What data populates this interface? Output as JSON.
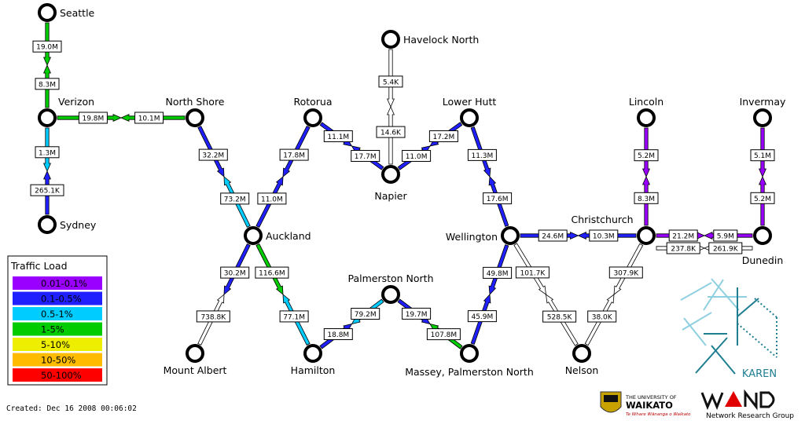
{
  "nodes": [
    {
      "id": "seattle",
      "name": "Seattle"
    },
    {
      "id": "verizon",
      "name": "Verizon"
    },
    {
      "id": "sydney",
      "name": "Sydney"
    },
    {
      "id": "northshore",
      "name": "North Shore"
    },
    {
      "id": "rotorua",
      "name": "Rotorua"
    },
    {
      "id": "havelock",
      "name": "Havelock North"
    },
    {
      "id": "napier",
      "name": "Napier"
    },
    {
      "id": "lowerhutt",
      "name": "Lower Hutt"
    },
    {
      "id": "auckland",
      "name": "Auckland"
    },
    {
      "id": "wellington",
      "name": "Wellington"
    },
    {
      "id": "christchurch",
      "name": "Christchurch"
    },
    {
      "id": "lincoln",
      "name": "Lincoln"
    },
    {
      "id": "invermay",
      "name": "Invermay"
    },
    {
      "id": "dunedin",
      "name": "Dunedin"
    },
    {
      "id": "palmerston",
      "name": "Palmerston North"
    },
    {
      "id": "massey",
      "name": "Massey, Palmerston North"
    },
    {
      "id": "hamilton",
      "name": "Hamilton"
    },
    {
      "id": "mountalbert",
      "name": "Mount Albert"
    },
    {
      "id": "nelson",
      "name": "Nelson"
    }
  ],
  "links": [
    {
      "from": "seattle",
      "to": "verizon",
      "a_to_b": "19.0M",
      "a_to_b_color": "#00cc00",
      "b_to_a": "8.3M",
      "b_to_a_color": "#00cc00"
    },
    {
      "from": "verizon",
      "to": "sydney",
      "a_to_b": "1.3M",
      "a_to_b_color": "#00ccff",
      "b_to_a": "265.1K",
      "b_to_a_color": "#2020ff"
    },
    {
      "from": "verizon",
      "to": "northshore",
      "a_to_b": "19.8M",
      "a_to_b_color": "#00cc00",
      "b_to_a": "10.1M",
      "b_to_a_color": "#00cc00"
    },
    {
      "from": "northshore",
      "to": "auckland",
      "a_to_b": "32.2M",
      "a_to_b_color": "#2020ff",
      "b_to_a": "73.2M",
      "b_to_a_color": "#00ccff"
    },
    {
      "from": "rotorua",
      "to": "auckland",
      "a_to_b": "17.8M",
      "a_to_b_color": "#2020ff",
      "b_to_a": "11.0M",
      "b_to_a_color": "#2020ff"
    },
    {
      "from": "rotorua",
      "to": "napier",
      "a_to_b": "11.1M",
      "a_to_b_color": "#2020ff",
      "b_to_a": "17.7M",
      "b_to_a_color": "#2020ff"
    },
    {
      "from": "havelock",
      "to": "napier",
      "a_to_b": "5.4K",
      "a_to_b_color": "#ffffff",
      "b_to_a": "14.6K",
      "b_to_a_color": "#ffffff"
    },
    {
      "from": "lowerhutt",
      "to": "napier",
      "a_to_b": "17.2M",
      "a_to_b_color": "#2020ff",
      "b_to_a": "11.0M",
      "b_to_a_color": "#2020ff"
    },
    {
      "from": "lowerhutt",
      "to": "wellington",
      "a_to_b": "11.3M",
      "a_to_b_color": "#2020ff",
      "b_to_a": "17.6M",
      "b_to_a_color": "#2020ff"
    },
    {
      "from": "wellington",
      "to": "christchurch",
      "a_to_b": "24.6M",
      "a_to_b_color": "#2020ff",
      "b_to_a": "10.3M",
      "b_to_a_color": "#2020ff"
    },
    {
      "from": "lincoln",
      "to": "christchurch",
      "a_to_b": "5.2M",
      "a_to_b_color": "#9900ff",
      "b_to_a": "8.3M",
      "b_to_a_color": "#9900ff"
    },
    {
      "from": "invermay",
      "to": "dunedin",
      "a_to_b": "5.1M",
      "a_to_b_color": "#9900ff",
      "b_to_a": "5.2M",
      "b_to_a_color": "#9900ff"
    },
    {
      "from": "christchurch",
      "to": "dunedin",
      "a_to_b": "21.2M",
      "a_to_b_color": "#9900ff",
      "b_to_a": "5.9M",
      "b_to_a_color": "#9900ff"
    },
    {
      "from": "christchurch",
      "to": "dunedin",
      "a_to_b": "237.8K",
      "a_to_b_color": "#ffffff",
      "b_to_a": "261.9K",
      "b_to_a_color": "#ffffff",
      "offset": true
    },
    {
      "from": "auckland",
      "to": "mountalbert",
      "a_to_b": "30.2M",
      "a_to_b_color": "#2020ff",
      "b_to_a": "738.8K",
      "b_to_a_color": "#ffffff"
    },
    {
      "from": "auckland",
      "to": "hamilton",
      "a_to_b": "116.6M",
      "a_to_b_color": "#00cc00",
      "b_to_a": "77.1M",
      "b_to_a_color": "#00ccff"
    },
    {
      "from": "hamilton",
      "to": "palmerston",
      "a_to_b": "18.8M",
      "a_to_b_color": "#2020ff",
      "b_to_a": "79.2M",
      "b_to_a_color": "#00ccff"
    },
    {
      "from": "palmerston",
      "to": "massey",
      "a_to_b": "19.7M",
      "a_to_b_color": "#2020ff",
      "b_to_a": "107.8M",
      "b_to_a_color": "#00cc00"
    },
    {
      "from": "wellington",
      "to": "massey",
      "a_to_b": "49.8M",
      "a_to_b_color": "#2020ff",
      "b_to_a": "45.9M",
      "b_to_a_color": "#2020ff"
    },
    {
      "from": "wellington",
      "to": "nelson",
      "a_to_b": "101.7K",
      "a_to_b_color": "#ffffff",
      "b_to_a": "528.5K",
      "b_to_a_color": "#ffffff"
    },
    {
      "from": "christchurch",
      "to": "nelson",
      "a_to_b": "307.9K",
      "a_to_b_color": "#ffffff",
      "b_to_a": "38.0K",
      "b_to_a_color": "#ffffff"
    }
  ],
  "legend": {
    "title": "Traffic Load",
    "items": [
      {
        "label": "0.01-0.1%",
        "color": "#9900ff"
      },
      {
        "label": "0.1-0.5%",
        "color": "#2020ff"
      },
      {
        "label": "0.5-1%",
        "color": "#00ccff"
      },
      {
        "label": "1-5%",
        "color": "#00cc00"
      },
      {
        "label": "5-10%",
        "color": "#eeee00"
      },
      {
        "label": "10-50%",
        "color": "#ffbb00"
      },
      {
        "label": "50-100%",
        "color": "#ff0000"
      }
    ]
  },
  "created": "Created: Dec 16 2008 00:06:02",
  "logos": {
    "karen": "KAREN",
    "waikato_top": "THE UNIVERSITY OF",
    "waikato_name": "WAIKATO",
    "waikato_motto": "Te Whare Wānanga o Waikato",
    "wand_name": "WAND",
    "wand_sub": "Network Research Group"
  }
}
